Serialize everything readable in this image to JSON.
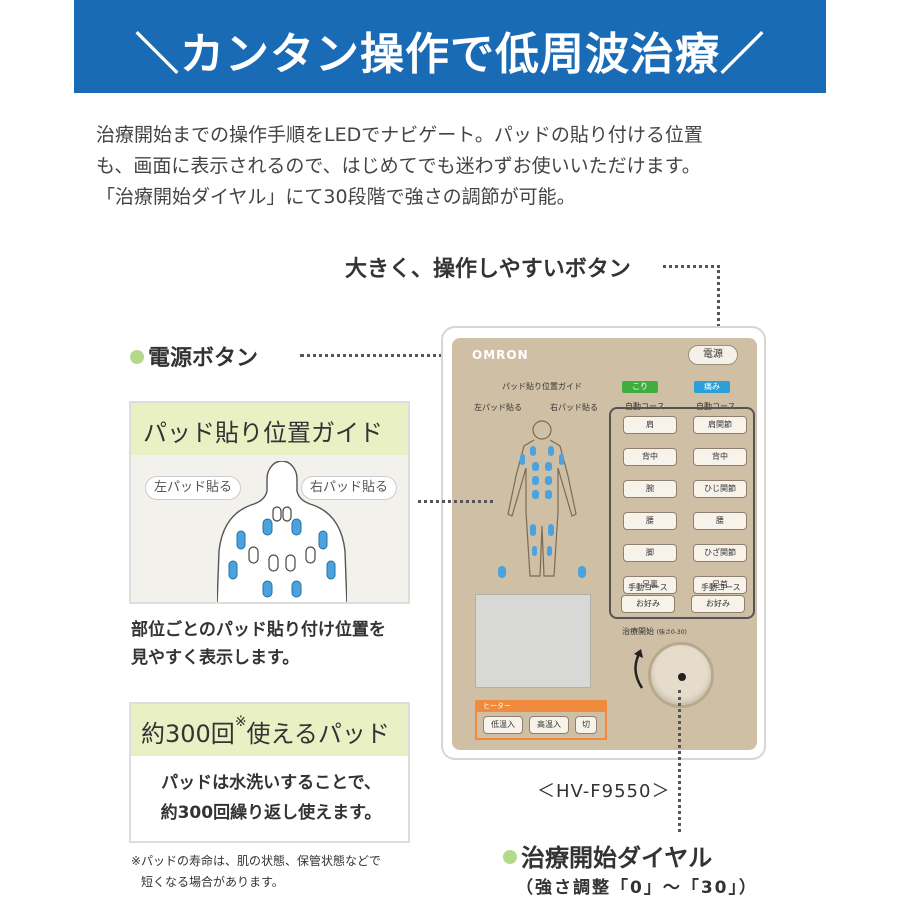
{
  "banner": {
    "title": "＼カンタン操作で低周波治療／",
    "color": "#1a6bb5"
  },
  "intro": {
    "lines": [
      "治療開始までの操作手順をLEDでナビゲート。パッドの貼り付ける位置",
      "も、画面に表示されるので、はじめてでも迷わずお使いいただけます。",
      "「治療開始ダイヤル」にて30段階で強さの調節が可能。"
    ]
  },
  "callouts": {
    "buttons": "大きく、操作しやすいボタン",
    "power": "電源ボタン",
    "dial": "治療開始ダイヤル",
    "dial_sub": "（強さ調整「0」〜「30」）",
    "model": "＜HV-F9550＞"
  },
  "guide_panel": {
    "title": "パッド貼り位置ガイド",
    "left_pill": "左パッド貼る",
    "right_pill": "右パッド貼る",
    "caption_lines": [
      "部位ごとのパッド貼り付け位置を",
      "見やすく表示します。"
    ]
  },
  "pad_panel": {
    "title_main": "約300回",
    "title_mark": "※",
    "title_end": "使えるパッド",
    "body_lines": [
      "パッドは水洗いすることで、",
      "約300回繰り返し使えます。"
    ]
  },
  "footnote": {
    "lines": [
      "※パッドの寿命は、肌の状態、保管状態などで",
      "短くなる場合があります。"
    ]
  },
  "device": {
    "brand": "OMRON",
    "power_label": "電源",
    "guide_title": "パッド貼り位置ガイド",
    "guide_left": "左パッド貼る",
    "guide_right": "右パッド貼る",
    "category_left": "こり",
    "category_right": "痛み",
    "auto_course_left": "自動コース",
    "auto_course_right": "自動コース",
    "kori_buttons": [
      "肩",
      "背中",
      "腕",
      "腰",
      "脚",
      "足裏"
    ],
    "itami_buttons": [
      "肩関節",
      "背中",
      "ひじ関節",
      "腰",
      "ひざ関節",
      "足首"
    ],
    "manual_left": "手動コース",
    "manual_right": "手動コース",
    "favorite_left": "お好み",
    "favorite_right": "お好み",
    "start_label": "治療開始",
    "start_range": "(強さ0-30)",
    "heater_label": "ヒーター",
    "heater_buttons": [
      "低温入",
      "高温入",
      "切"
    ],
    "colors": {
      "face": "#cfbfa5",
      "kori": "#3fae3f",
      "itami": "#2d9fd7",
      "heater": "#f08a3c",
      "pad_blue": "#4aa3df"
    }
  }
}
